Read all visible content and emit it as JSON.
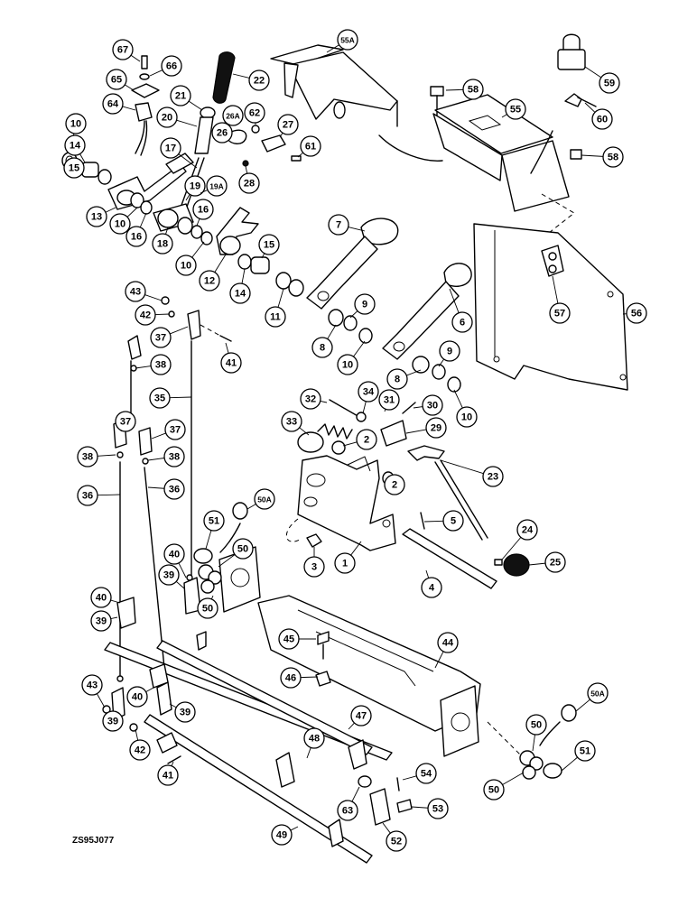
{
  "drawing_code": "ZS95J077",
  "callouts": [
    {
      "label": "67"
    },
    {
      "label": "66"
    },
    {
      "label": "65"
    },
    {
      "label": "64"
    },
    {
      "label": "22"
    },
    {
      "label": "21"
    },
    {
      "label": "26A"
    },
    {
      "label": "62"
    },
    {
      "label": "27"
    },
    {
      "label": "10"
    },
    {
      "label": "14"
    },
    {
      "label": "15"
    },
    {
      "label": "20"
    },
    {
      "label": "26"
    },
    {
      "label": "61"
    },
    {
      "label": "17"
    },
    {
      "label": "28"
    },
    {
      "label": "19"
    },
    {
      "label": "19A"
    },
    {
      "label": "13"
    },
    {
      "label": "10"
    },
    {
      "label": "16"
    },
    {
      "label": "16"
    },
    {
      "label": "18"
    },
    {
      "label": "10"
    },
    {
      "label": "12"
    },
    {
      "label": "15"
    },
    {
      "label": "14"
    },
    {
      "label": "11"
    },
    {
      "label": "55A"
    },
    {
      "label": "58"
    },
    {
      "label": "55"
    },
    {
      "label": "59"
    },
    {
      "label": "60"
    },
    {
      "label": "58"
    },
    {
      "label": "7"
    },
    {
      "label": "56"
    },
    {
      "label": "57"
    },
    {
      "label": "9"
    },
    {
      "label": "6"
    },
    {
      "label": "8"
    },
    {
      "label": "10"
    },
    {
      "label": "9"
    },
    {
      "label": "8"
    },
    {
      "label": "10"
    },
    {
      "label": "43"
    },
    {
      "label": "42"
    },
    {
      "label": "37"
    },
    {
      "label": "41"
    },
    {
      "label": "38"
    },
    {
      "label": "35"
    },
    {
      "label": "32"
    },
    {
      "label": "34"
    },
    {
      "label": "31"
    },
    {
      "label": "30"
    },
    {
      "label": "33"
    },
    {
      "label": "29"
    },
    {
      "label": "37"
    },
    {
      "label": "37"
    },
    {
      "label": "2"
    },
    {
      "label": "38"
    },
    {
      "label": "38"
    },
    {
      "label": "23"
    },
    {
      "label": "36"
    },
    {
      "label": "36"
    },
    {
      "label": "2"
    },
    {
      "label": "50A"
    },
    {
      "label": "51"
    },
    {
      "label": "50"
    },
    {
      "label": "5"
    },
    {
      "label": "40"
    },
    {
      "label": "24"
    },
    {
      "label": "39"
    },
    {
      "label": "50"
    },
    {
      "label": "25"
    },
    {
      "label": "3"
    },
    {
      "label": "1"
    },
    {
      "label": "4"
    },
    {
      "label": "40"
    },
    {
      "label": "39"
    },
    {
      "label": "45"
    },
    {
      "label": "44"
    },
    {
      "label": "46"
    },
    {
      "label": "43"
    },
    {
      "label": "40"
    },
    {
      "label": "39"
    },
    {
      "label": "50A"
    },
    {
      "label": "47"
    },
    {
      "label": "39"
    },
    {
      "label": "42"
    },
    {
      "label": "48"
    },
    {
      "label": "50"
    },
    {
      "label": "51"
    },
    {
      "label": "41"
    },
    {
      "label": "54"
    },
    {
      "label": "50"
    },
    {
      "label": "63"
    },
    {
      "label": "53"
    },
    {
      "label": "49"
    },
    {
      "label": "52"
    }
  ]
}
